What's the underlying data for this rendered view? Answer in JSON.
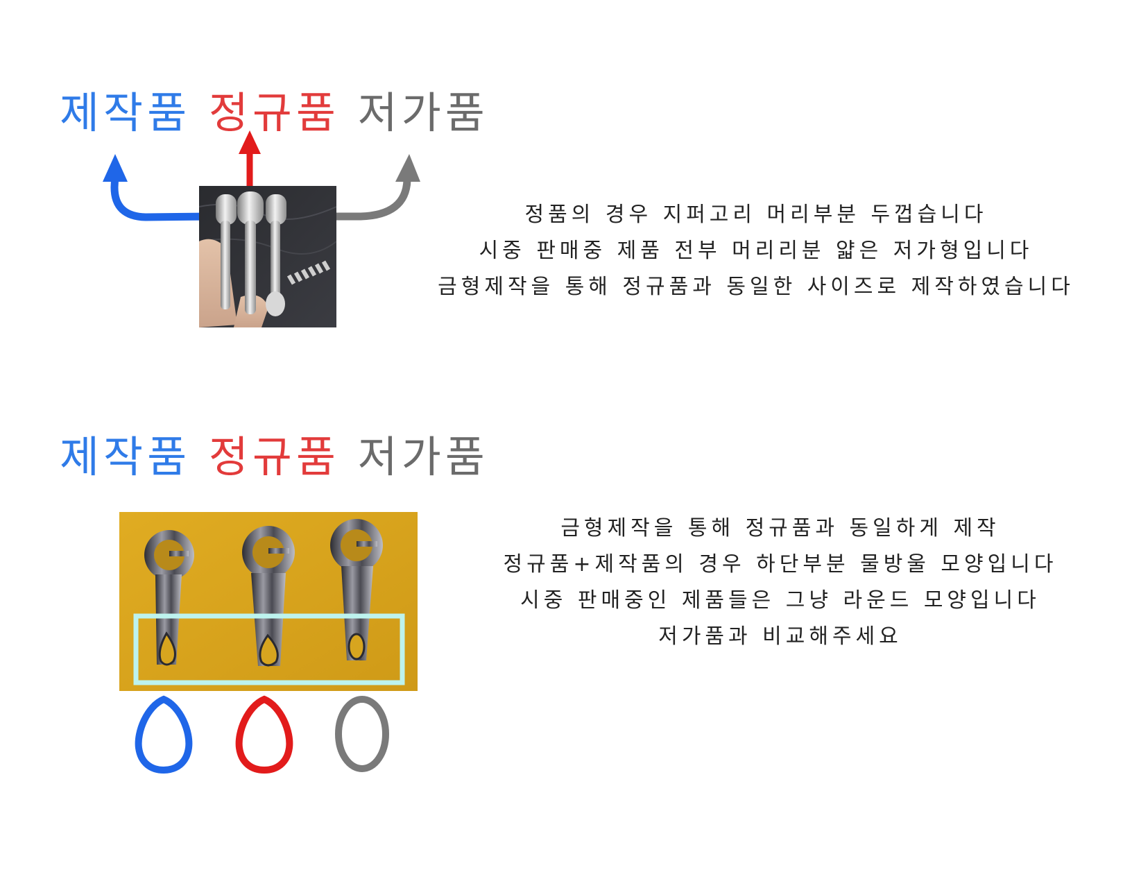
{
  "section1": {
    "heading": {
      "blue": "제작품",
      "red": "정규품",
      "gray": "저가품"
    },
    "lines": [
      "정품의 경우 지퍼고리 머리부분 두껍습니다",
      "시중 판매중 제품 전부 머리리분 얇은 저가형입니다",
      "금형제작을 통해 정규품과 동일한 사이즈로 제작하였습니다"
    ]
  },
  "section2": {
    "heading": {
      "blue": "제작품",
      "red": "정규품",
      "gray": "저가품"
    },
    "lines": [
      "금형제작을 통해 정규품과 동일하게 제작",
      "정규품+제작품의 경우 하단부분 물방울 모양입니다",
      "시중 판매중인 제품들은 그냥 라운드 모양입니다",
      "저가품과 비교해주세요"
    ]
  },
  "colors": {
    "blue": "#2f7be8",
    "red": "#e23b3b",
    "gray": "#6b6b6b",
    "highlight_box": "#bdf3ee",
    "felt": "#d9a51c"
  }
}
